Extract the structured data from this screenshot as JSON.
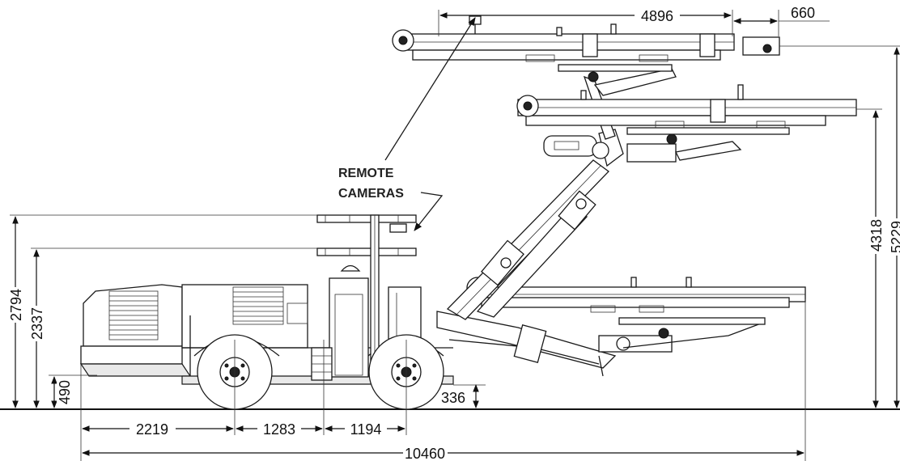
{
  "labels": {
    "remote_cameras_line1": "REMOTE",
    "remote_cameras_line2": "CAMERAS"
  },
  "dimensions": {
    "overall_length": "10460",
    "wheelbase_front": "2219",
    "axle_spacing": "1283",
    "rear_overhang": "1194",
    "boom_feed_length": "4896",
    "feed_extension": "660",
    "max_height_canopy_up": "2794",
    "height_canopy_down": "2337",
    "bumper_height": "490",
    "ground_clearance": "336",
    "reach_height_mid": "4318",
    "reach_height_max": "5229"
  }
}
